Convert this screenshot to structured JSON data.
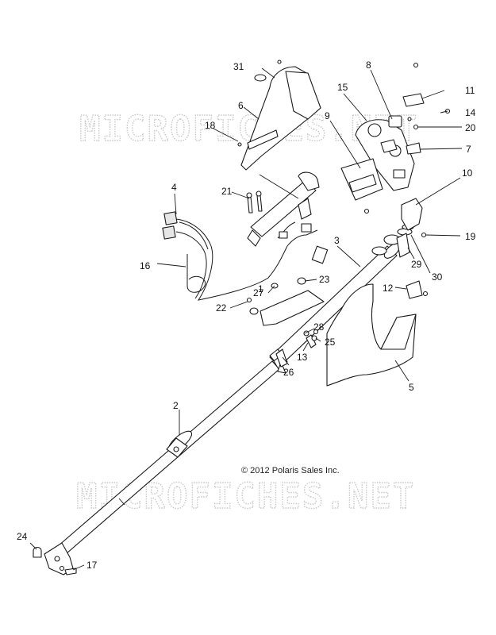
{
  "copyright": "© 2012 Polaris Sales Inc.",
  "watermark": "MICROFICHES.NET",
  "callouts": {
    "c1": "1",
    "c2": "2",
    "c3": "3",
    "c4": "4",
    "c5": "5",
    "c6": "6",
    "c7": "7",
    "c8": "8",
    "c9": "9",
    "c10": "10",
    "c11": "11",
    "c12": "12",
    "c13": "13",
    "c14": "14",
    "c15": "15",
    "c16": "16",
    "c17": "17",
    "c18": "18",
    "c19": "19",
    "c20": "20",
    "c21": "21",
    "c22": "22",
    "c23": "23",
    "c24": "24",
    "c25": "25",
    "c26": "26",
    "c27": "27",
    "c28": "28",
    "c29": "29",
    "c30": "30",
    "c31": "31"
  }
}
